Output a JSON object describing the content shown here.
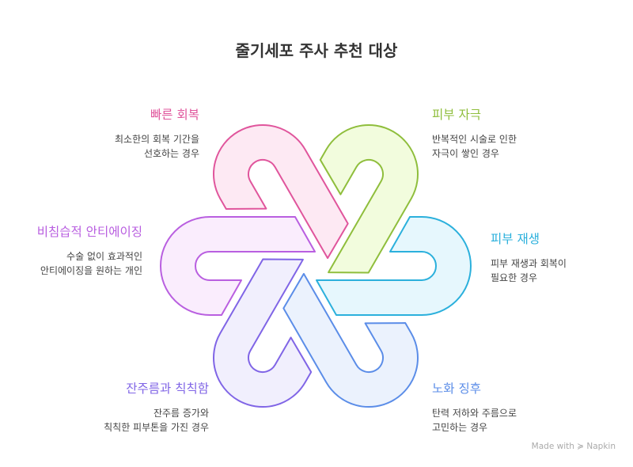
{
  "title": "줄기세포 주사 추천 대상",
  "items": [
    {
      "title": "피부 재생",
      "desc1": "피부 재생과 회복이",
      "desc2": "필요한 경우",
      "stroke": "#2bb0dc",
      "fill": "#e6f7fd"
    },
    {
      "title": "노화 징후",
      "desc1": "탄력 저하와 주름으로",
      "desc2": "고민하는 경우",
      "stroke": "#5b8de8",
      "fill": "#ebf2fd"
    },
    {
      "title": "잔주름과 칙칙함",
      "desc1": "잔주름 증가와",
      "desc2": "칙칙한 피부톤을 가진 경우",
      "stroke": "#8065e6",
      "fill": "#f1effd"
    },
    {
      "title": "비침습적 안티에이징",
      "desc1": "수술 없이 효과적인",
      "desc2": "안티에이징을 원하는 개인",
      "stroke": "#b95fe0",
      "fill": "#faedfd"
    },
    {
      "title": "빠른 회복",
      "desc1": "최소한의 회복 기간을",
      "desc2": "선호하는 경우",
      "stroke": "#e0559c",
      "fill": "#fde9f3"
    },
    {
      "title": "피부 자극",
      "desc1": "반복적인 시술로 인한",
      "desc2": "자극이 쌓인 경우",
      "stroke": "#8fbe3c",
      "fill": "#f2fcdd"
    }
  ],
  "footer": {
    "made_with": "Made with",
    "brand": "Napkin"
  }
}
